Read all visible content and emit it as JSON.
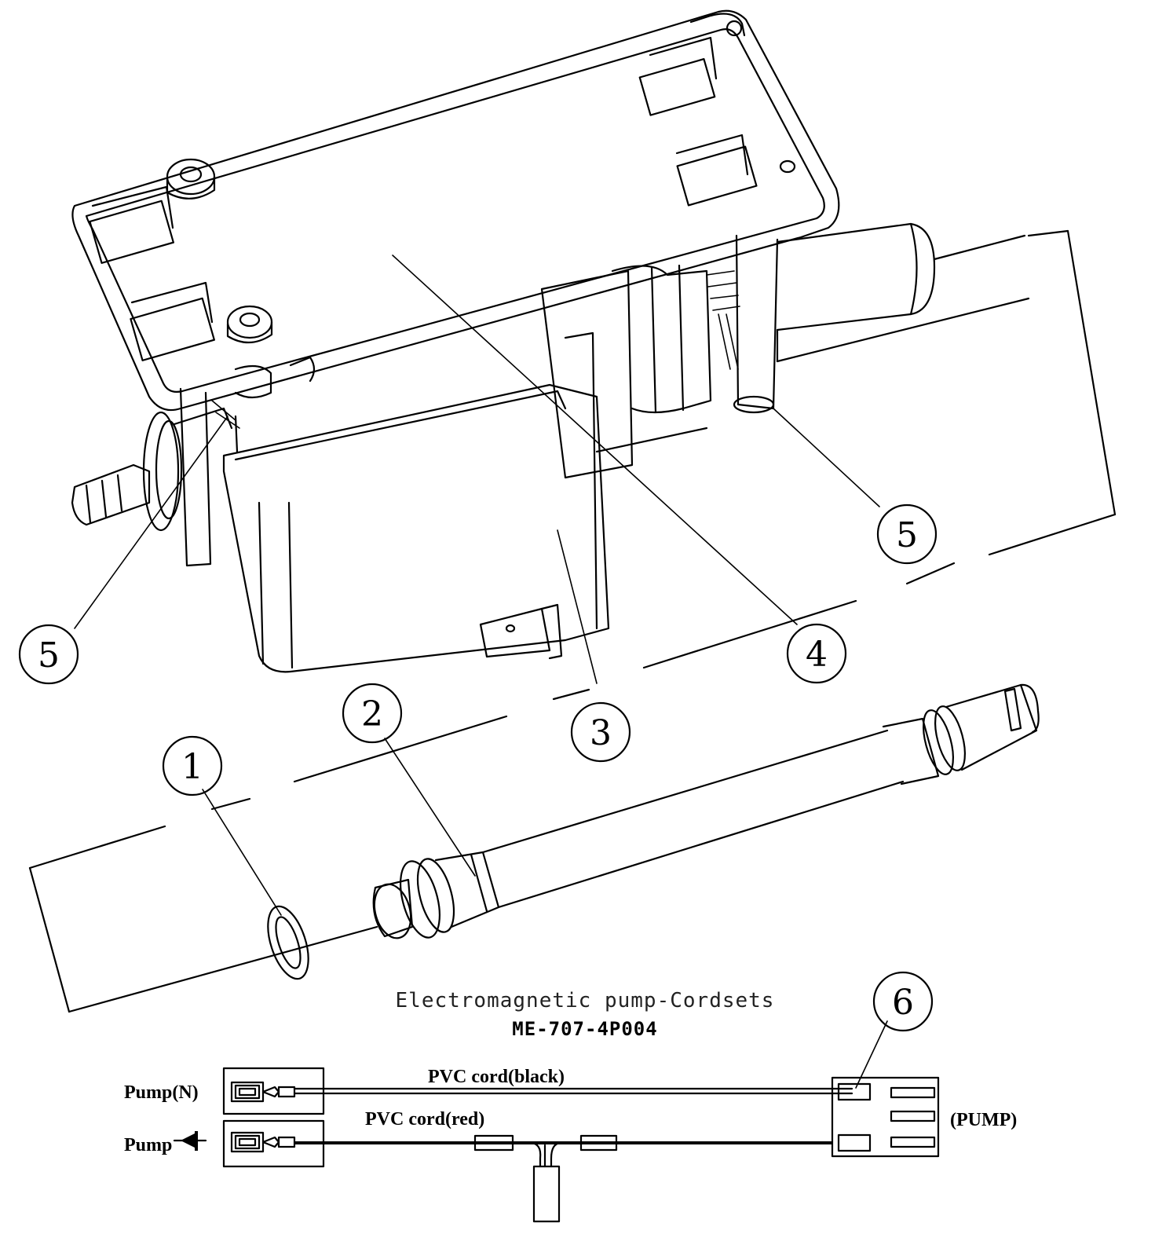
{
  "callouts": {
    "c1": "1",
    "c2": "2",
    "c3": "3",
    "c4": "4",
    "c5_left": "5",
    "c5_right": "5",
    "c6": "6"
  },
  "wiring": {
    "title": "Electromagnetic pump-Cordsets",
    "part_number": "ME-707-4P004",
    "pump_n_label": "Pump(N)",
    "pump_diode_label": "Pump",
    "cord_black_label": "PVC cord(black)",
    "cord_red_label": "PVC cord(red)",
    "pump_connector_label": "(PUMP)"
  }
}
